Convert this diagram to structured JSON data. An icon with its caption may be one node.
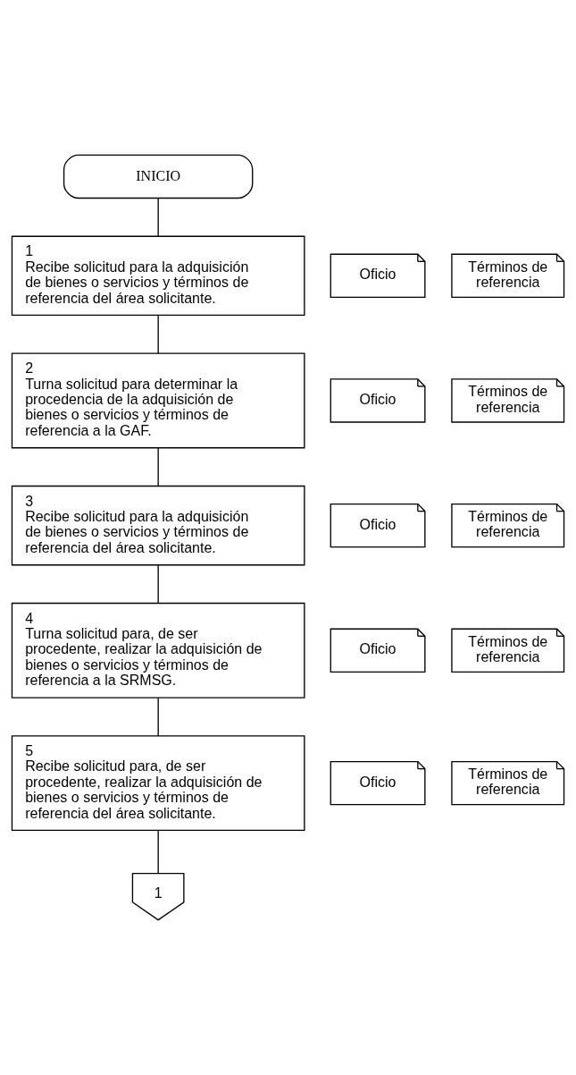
{
  "diagram": {
    "nodes": [
      {
        "text": [
          "INICIO"
        ]
      },
      {
        "text": [
          "1",
          "Recibe solicitud para la adquisición de bienes o servicios y términos de referencia del área solicitante."
        ]
      },
      {
        "text": [
          "Oficio"
        ]
      },
      {
        "text": [
          "Términos de referencia"
        ]
      },
      {
        "text": [
          "2",
          "Turna solicitud para determinar la procedencia de la adquisición de bienes o servicios y términos de referencia a la GAF."
        ]
      },
      {
        "text": [
          "Oficio"
        ]
      },
      {
        "text": [
          "Términos de referencia"
        ]
      },
      {
        "text": [
          "3",
          "Recibe solicitud para la adquisición de bienes o servicios y términos de referencia del área solicitante."
        ]
      },
      {
        "text": [
          "Oficio"
        ]
      },
      {
        "text": [
          "Términos de referencia"
        ]
      },
      {
        "text": [
          "4",
          "Turna solicitud para, de ser procedente, realizar la adquisición de bienes o servicios y términos de referencia a la SRMSG."
        ]
      },
      {
        "text": [
          "Oficio"
        ]
      },
      {
        "text": [
          "Términos de referencia"
        ]
      },
      {
        "text": [
          "5",
          "Recibe solicitud para, de ser procedente, realizar la adquisición de bienes o servicios y términos de referencia del área solicitante."
        ]
      },
      {
        "text": [
          "Oficio"
        ]
      },
      {
        "text": [
          "Términos de referencia"
        ]
      },
      {
        "text": [
          "1"
        ]
      }
    ],
    "edges": [
      {
        "from": 0,
        "to": 1,
        "arrow": "none"
      },
      {
        "from": 1,
        "to": 4,
        "arrow": "none"
      },
      {
        "from": 4,
        "to": 7,
        "arrow": "none"
      },
      {
        "from": 7,
        "to": 10,
        "arrow": "none"
      },
      {
        "from": 10,
        "to": 13,
        "arrow": "none"
      },
      {
        "from": 13,
        "to": 16,
        "arrow": "none"
      }
    ]
  }
}
